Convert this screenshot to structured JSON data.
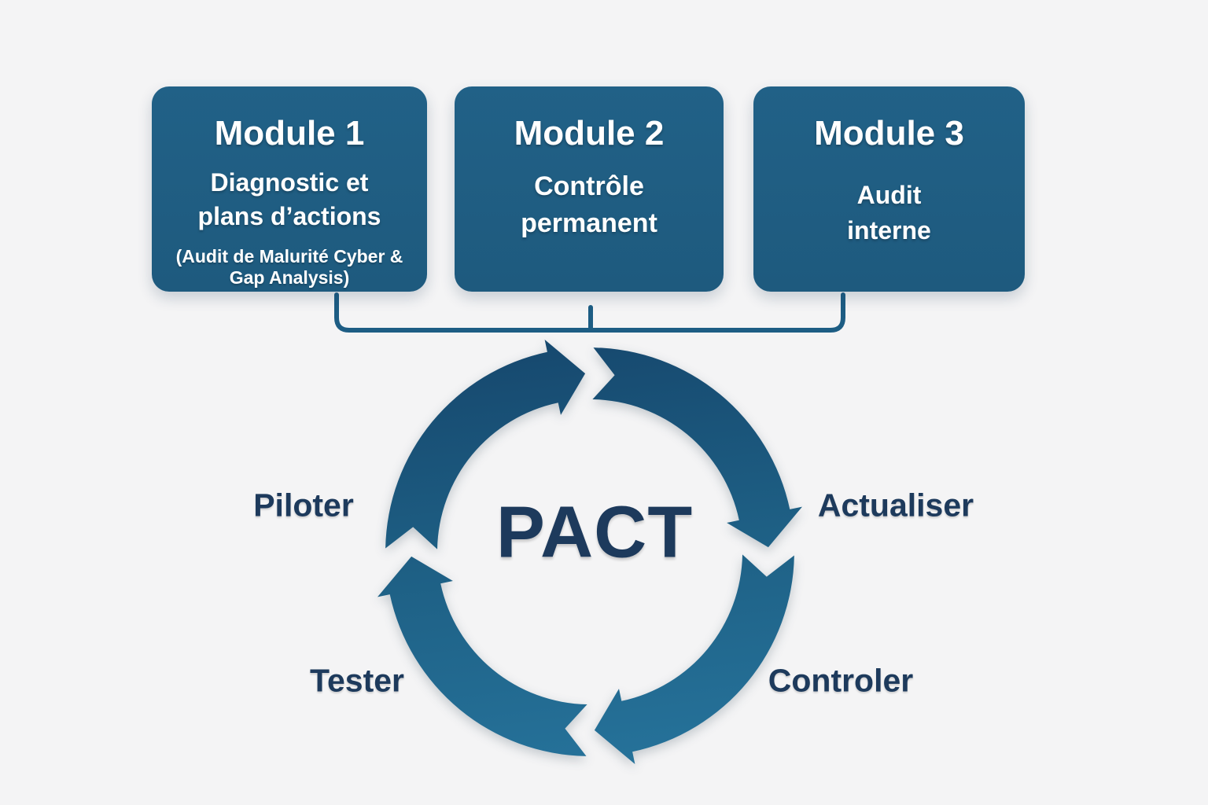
{
  "background_color": "#f4f4f5",
  "colors": {
    "module_box": "#1f5d81",
    "bracket": "#1d5d84",
    "cycle_gradient_dark": "#16486e",
    "cycle_gradient_light": "#26739b",
    "dark_label_text": "#1d3a5c",
    "box_text": "#ffffff"
  },
  "modules": [
    {
      "title": "Module 1",
      "subtitle_lines": [
        "Diagnostic et",
        "plans d’actions"
      ],
      "note_lines": [
        "(Audit de Malurité Cyber &",
        "Gap Analysis)"
      ]
    },
    {
      "title": "Module 2",
      "subtitle_lines": [
        "Contrôle",
        "permanent"
      ],
      "note_lines": []
    },
    {
      "title": "Module 3",
      "subtitle_lines": [
        "Audit",
        "interne"
      ],
      "note_lines": []
    }
  ],
  "cycle": {
    "center_label": "PACT",
    "direction": "clockwise",
    "arrow_icon": "circular-cycle-arrows",
    "steps": [
      {
        "label": "Piloter",
        "position": "left"
      },
      {
        "label": "Actualiser",
        "position": "right"
      },
      {
        "label": "Controler",
        "position": "bottom-right"
      },
      {
        "label": "Tester",
        "position": "bottom-left"
      }
    ]
  }
}
